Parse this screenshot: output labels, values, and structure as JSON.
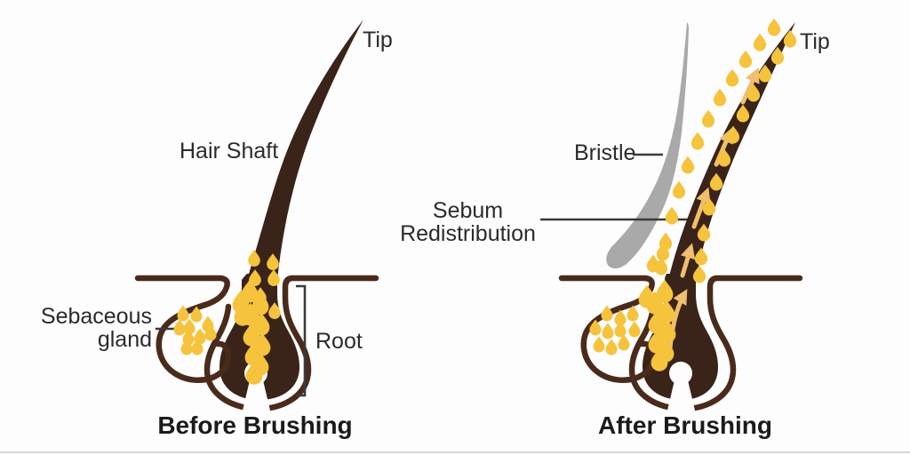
{
  "colors": {
    "background": "#fdfdfd",
    "hair": "#3a2318",
    "outline": "#4a2b1b",
    "sebum": "#f5c33c",
    "arrow": "#efbe6e",
    "bristle": "#a9a9a9",
    "leader": "#3a3a3a",
    "text": "#2b2b2b",
    "caption": "#1b1b1b",
    "divider": "#d8d8d8"
  },
  "before_panel": {
    "caption": "Before Brushing",
    "labels": {
      "tip": "Tip",
      "hair_shaft": "Hair Shaft",
      "sebaceous_gland_line1": "Sebaceous",
      "sebaceous_gland_line2": "gland",
      "root": "Root"
    }
  },
  "after_panel": {
    "caption": "After Brushing",
    "labels": {
      "tip": "Tip",
      "bristle": "Bristle",
      "sebum_redistribution_line1": "Sebum",
      "sebum_redistribution_line2": "Redistribution"
    }
  }
}
